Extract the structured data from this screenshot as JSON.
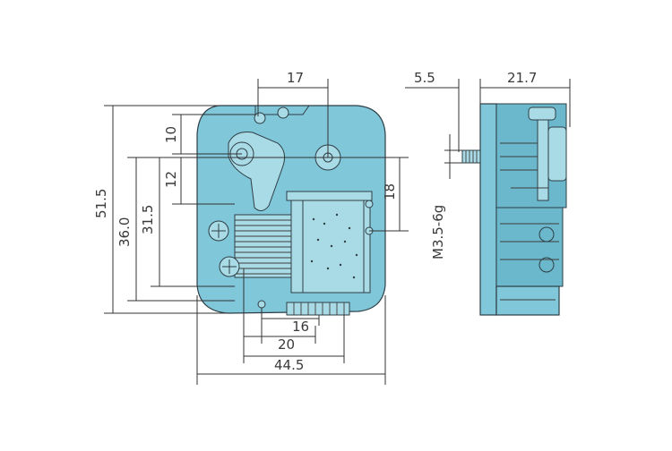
{
  "dimensions": {
    "top_width": "17",
    "height_total": "51.5",
    "height_36": "36.0",
    "height_31_5": "31.5",
    "dim_10": "10",
    "dim_12": "12",
    "dim_18": "18",
    "bottom_16": "16",
    "bottom_20": "20",
    "bottom_44_5": "44.5",
    "side_5_5": "5.5",
    "side_21_7": "21.7",
    "thread": "M3.5-6g"
  },
  "colors": {
    "body": "#7fc7d9",
    "outline": "#2f3e46",
    "dimension": "#333333"
  }
}
